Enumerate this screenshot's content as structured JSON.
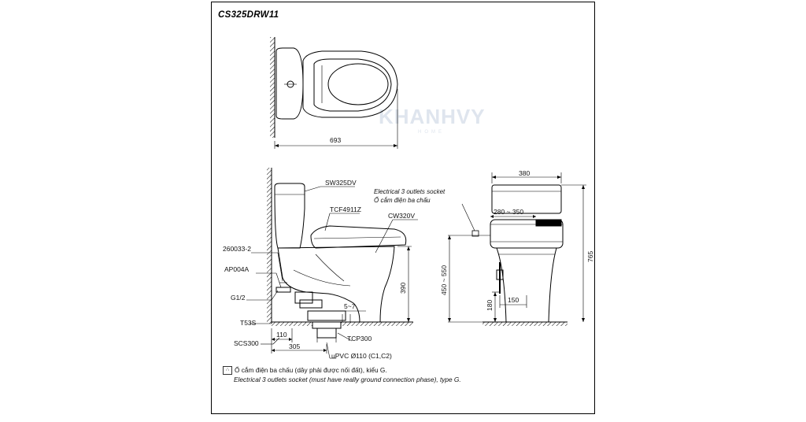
{
  "model": "CS325DRW11",
  "watermark": {
    "brand": "KHANHVY",
    "sub": "HOME"
  },
  "top_view": {
    "dim_length": "693"
  },
  "side_view": {
    "labels": {
      "tank": "SW325DV",
      "seat": "TCF4911Z",
      "bowl": "CW320V",
      "part1": "260033-2",
      "part2": "AP004A",
      "inlet": "G1/2",
      "part3": "T53S",
      "part4": "SCS300",
      "part5": "TCP300",
      "pipe": "uPVC Ø110 (C1,C2)"
    },
    "dims": {
      "d110": "110",
      "d305": "305",
      "d390": "390",
      "d5_7": "5~7"
    }
  },
  "socket_callout": {
    "en": "Electrical 3 outlets socket",
    "vi": "Ổ cắm điện ba chấu"
  },
  "front_view": {
    "dims": {
      "d380": "380",
      "d280_350": "280 ~ 350",
      "d765": "765",
      "d450_550": "450 ~ 550",
      "d180": "180",
      "d150": "150"
    }
  },
  "note": {
    "symbol": "∴",
    "vi": "Ổ cắm điện ba chấu (dây phải được nối đất), kiểu G.",
    "en": "Electrical 3 outlets socket (must have really ground connection phase), type G."
  }
}
